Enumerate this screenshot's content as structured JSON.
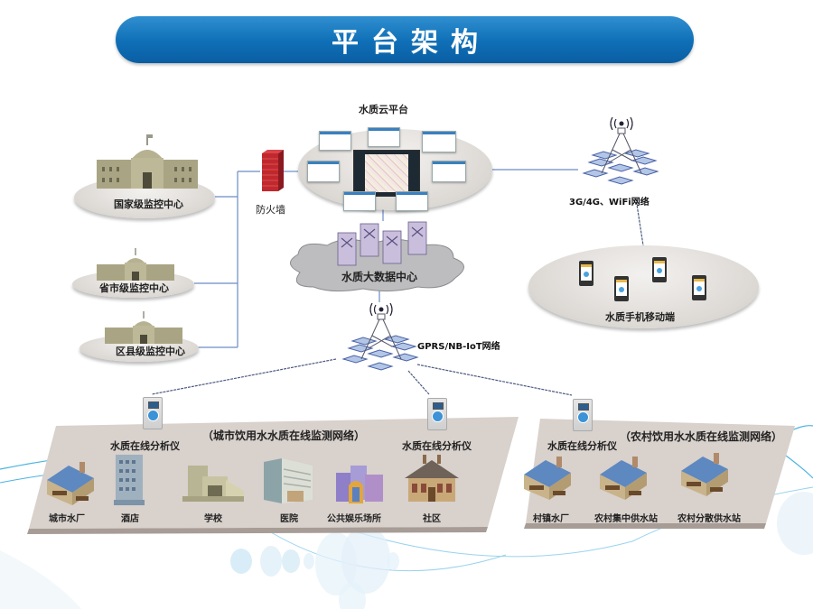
{
  "header": {
    "title": "平台架构"
  },
  "colors": {
    "banner": "#0f6fb6",
    "connector": "#6b8cc6",
    "platform": "#d8d1cc",
    "firewall": "#c0282e"
  },
  "cloud_platform": {
    "label": "水质云平台"
  },
  "firewall": {
    "label": "防火墙"
  },
  "monitoring_centers": [
    {
      "label": "国家级监控中心"
    },
    {
      "label": "省市级监控中心"
    },
    {
      "label": "区县级监控中心"
    }
  ],
  "data_center": {
    "label": "水质大数据中心"
  },
  "mobile_network": {
    "label": "3G/4G、WiFi网络"
  },
  "mobile_terminal": {
    "label": "水质手机移动端"
  },
  "iot_network": {
    "label": "GPRS/NB-IoT网络"
  },
  "urban_network": {
    "title": "（城市饮用水水质在线监测网络）",
    "analyzers": [
      {
        "label": "水质在线分析仪"
      },
      {
        "label": "水质在线分析仪"
      }
    ],
    "sites": [
      {
        "label": "城市水厂"
      },
      {
        "label": "酒店"
      },
      {
        "label": "学校"
      },
      {
        "label": "医院"
      },
      {
        "label": "公共娱乐场所"
      },
      {
        "label": "社区"
      }
    ]
  },
  "rural_network": {
    "title": "（农村饮用水水质在线监测网络）",
    "analyzers": [
      {
        "label": "水质在线分析仪"
      }
    ],
    "sites": [
      {
        "label": "村镇水厂"
      },
      {
        "label": "农村集中供水站"
      },
      {
        "label": "农村分散供水站"
      }
    ]
  }
}
